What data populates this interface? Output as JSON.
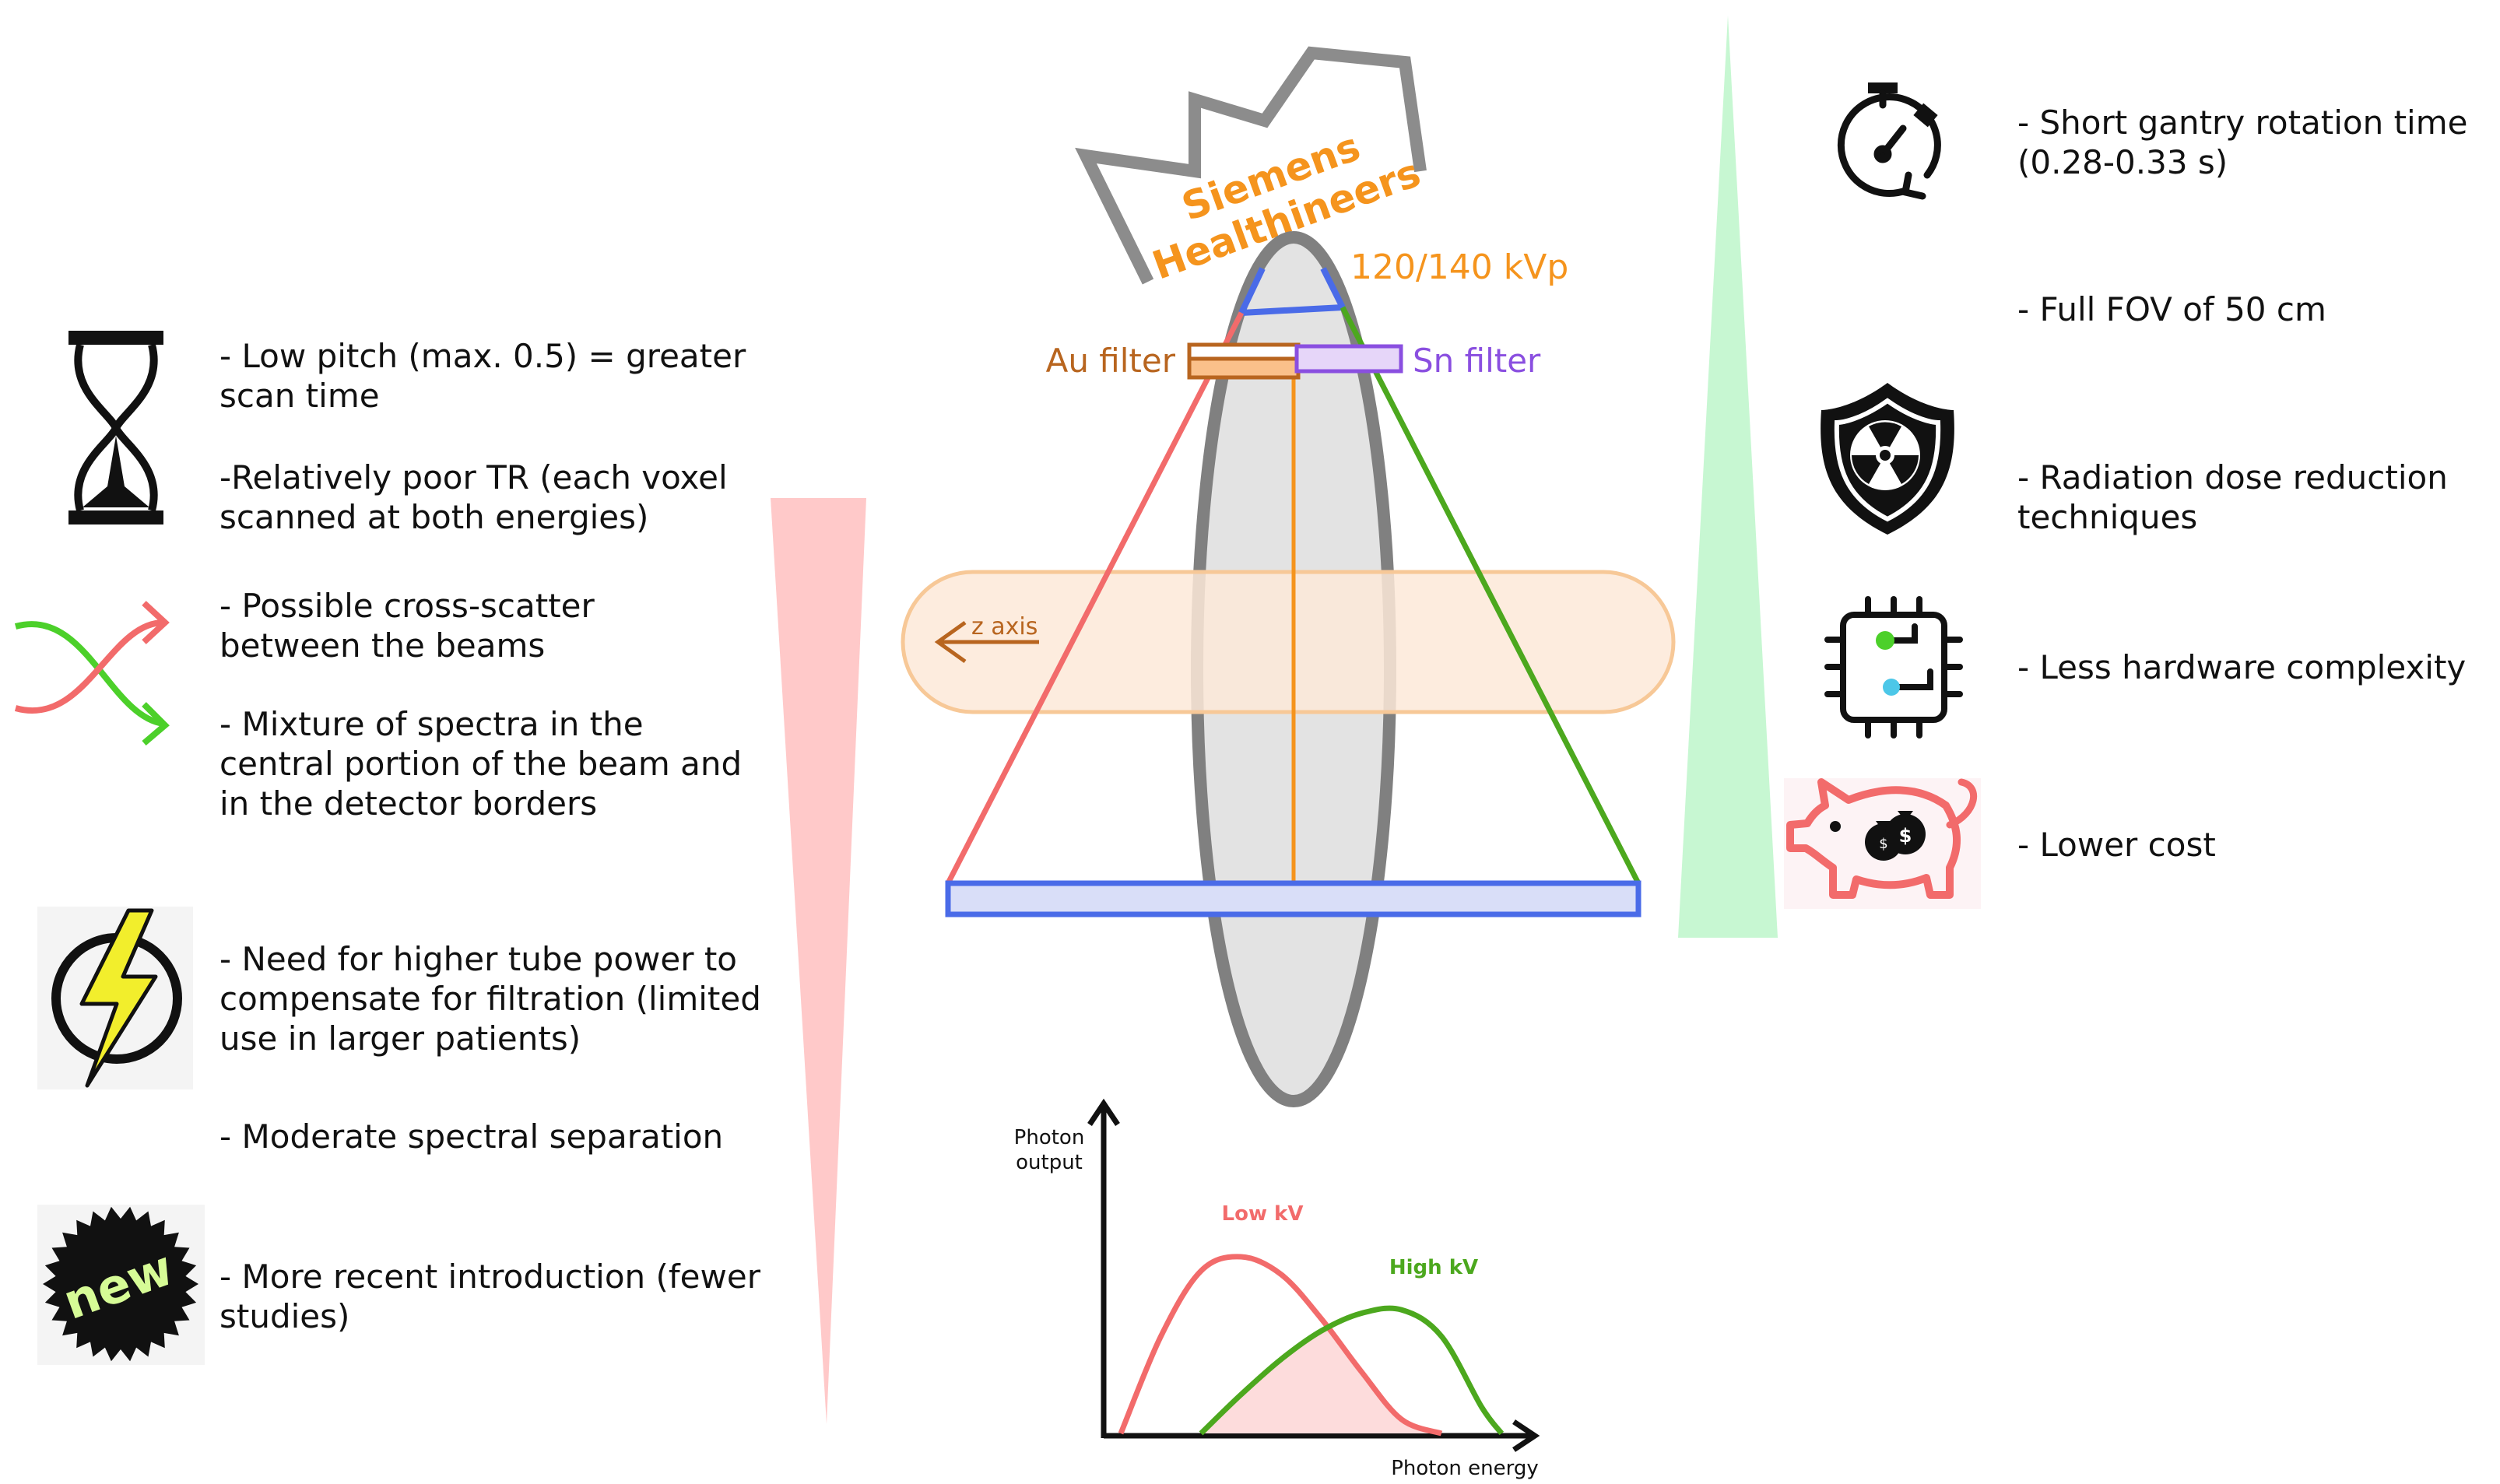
{
  "brand": {
    "line1": "Siemens",
    "line2": "Healthineers",
    "color": "#f5941d"
  },
  "tube": {
    "voltage": "120/140 kVp"
  },
  "filters": {
    "left": "Au filter",
    "right": "Sn filter",
    "left_color": "#b8651f",
    "right_color": "#8a4fe0"
  },
  "z_axis_label": "z axis",
  "colors": {
    "low_beam": "#f26b6b",
    "high_beam": "#4ca81e",
    "detector": "#4a6be8",
    "disadvantage_wedge": "#ffc9c9",
    "advantage_wedge": "#c7f7d2",
    "band": "#fde9d8"
  },
  "disadvantages": [
    {
      "icon": "hourglass-icon",
      "lines": [
        "- Low pitch (max. 0.5) = greater",
        "scan time"
      ]
    },
    {
      "icon": "",
      "lines": [
        "-Relatively poor TR (each voxel",
        "scanned at both energies)"
      ]
    },
    {
      "icon": "crossing-arrows-icon",
      "lines": [
        "- Possible cross-scatter",
        "between the beams"
      ]
    },
    {
      "icon": "",
      "lines": [
        "- Mixture of spectra in the",
        "central portion of the beam and",
        "in the detector borders"
      ]
    },
    {
      "icon": "lightning-bolt-icon",
      "lines": [
        "- Need for higher tube power to",
        "compensate for filtration (limited",
        "use in larger patients)"
      ]
    },
    {
      "icon": "",
      "lines": [
        "- Moderate spectral separation"
      ]
    },
    {
      "icon": "new-badge-icon",
      "lines": [
        "- More recent introduction (fewer",
        "studies)"
      ]
    }
  ],
  "advantages": [
    {
      "icon": "stopwatch-icon",
      "lines": [
        "- Short gantry rotation time",
        "(0.28-0.33 s)"
      ]
    },
    {
      "icon": "",
      "lines": [
        "- Full FOV of 50 cm"
      ]
    },
    {
      "icon": "radiation-shield-icon",
      "lines": [
        "- Radiation dose reduction",
        "techniques"
      ]
    },
    {
      "icon": "microchip-icon",
      "lines": [
        "- Less hardware complexity"
      ]
    },
    {
      "icon": "piggy-bank-icon",
      "lines": [
        "- Lower cost"
      ]
    }
  ],
  "new_badge_text": "new",
  "chart_data": {
    "type": "area",
    "title": "",
    "xlabel": "Photon energy",
    "ylabel": "Photon output",
    "series": [
      {
        "name": "Low kV",
        "color": "#f26b6b",
        "x": [
          0,
          0.1,
          0.2,
          0.3,
          0.4,
          0.5,
          0.6,
          0.7,
          0.8
        ],
        "y": [
          0,
          0.55,
          0.92,
          1.0,
          0.9,
          0.65,
          0.35,
          0.08,
          0
        ]
      },
      {
        "name": "High kV",
        "color": "#4ca81e",
        "x": [
          0.2,
          0.3,
          0.4,
          0.5,
          0.6,
          0.7,
          0.8,
          0.9,
          0.95
        ],
        "y": [
          0,
          0.22,
          0.42,
          0.58,
          0.68,
          0.7,
          0.55,
          0.15,
          0
        ]
      }
    ]
  }
}
